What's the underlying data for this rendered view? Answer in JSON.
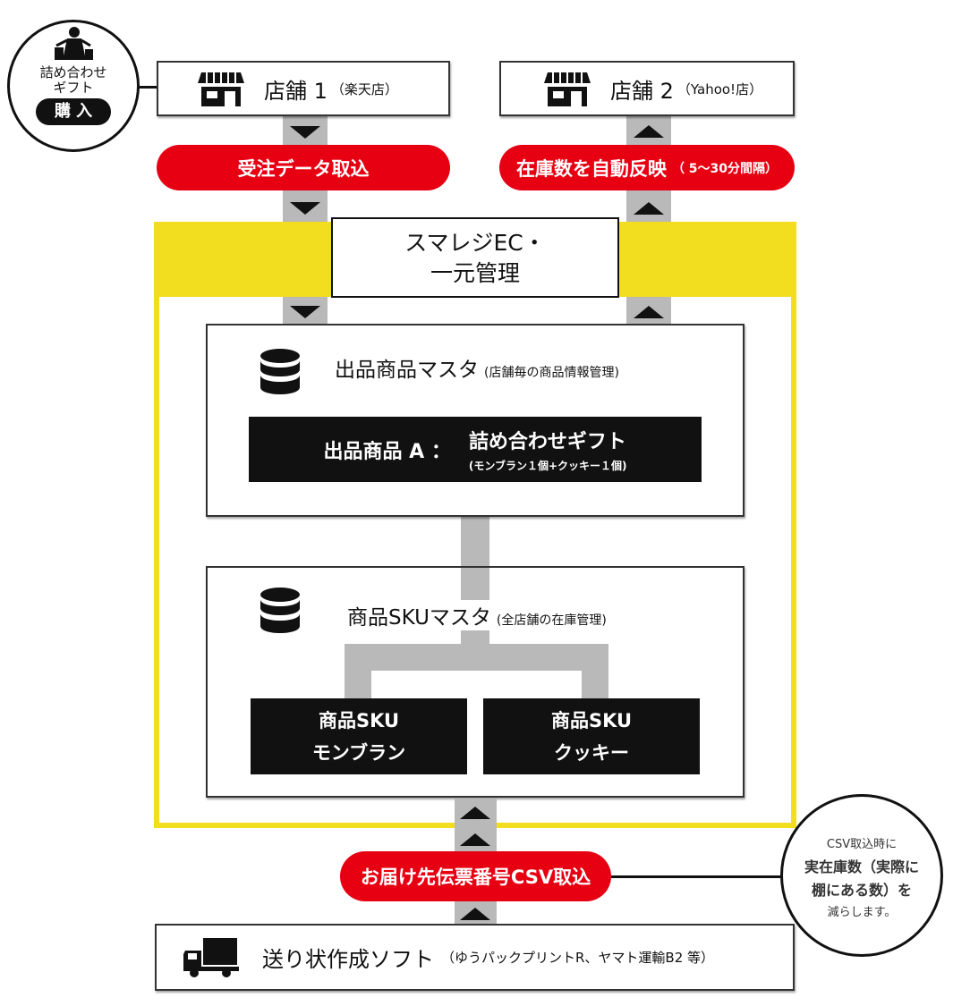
{
  "customer": {
    "line1": "詰め合わせ",
    "line2": "ギフト",
    "badge": "購 入"
  },
  "store1": {
    "name": "店舗 1",
    "sub": "（楽天店）"
  },
  "store2": {
    "name": "店舗 2",
    "sub": "（Yahoo!店）"
  },
  "pill_left": {
    "label": "受注データ取込"
  },
  "pill_right": {
    "label": "在庫数を自動反映",
    "sub": "（ 5～30分間隔）"
  },
  "system": {
    "line1": "スマレジEC・",
    "line2": "一元管理"
  },
  "listing_master": {
    "title": "出品商品マスタ",
    "sub": "(店舗毎の商品情報管理)",
    "item_label": "出品商品 A ：",
    "item_name": "詰め合わせギフト",
    "item_detail": "(モンブラン１個+クッキー１個)"
  },
  "sku_master": {
    "title": "商品SKUマスタ",
    "sub": "(全店舗の在庫管理)",
    "sku1_line1": "商品SKU",
    "sku1_line2": "モンブラン",
    "sku2_line1": "商品SKU",
    "sku2_line2": "クッキー"
  },
  "pill_csv": {
    "label": "お届け先伝票番号CSV取込"
  },
  "note": {
    "line1": "CSV取込時に",
    "line2": "実在庫数（実際に",
    "line3": "棚にある数）を",
    "line4": "減らします。"
  },
  "shipping": {
    "title": "送り状作成ソフト",
    "sub": "（ゆうパックプリントR、ヤマト運輸B2 等）"
  },
  "colors": {
    "red": "#e60012",
    "yellow": "#f2dd1f",
    "gray": "#b9b9b9"
  }
}
